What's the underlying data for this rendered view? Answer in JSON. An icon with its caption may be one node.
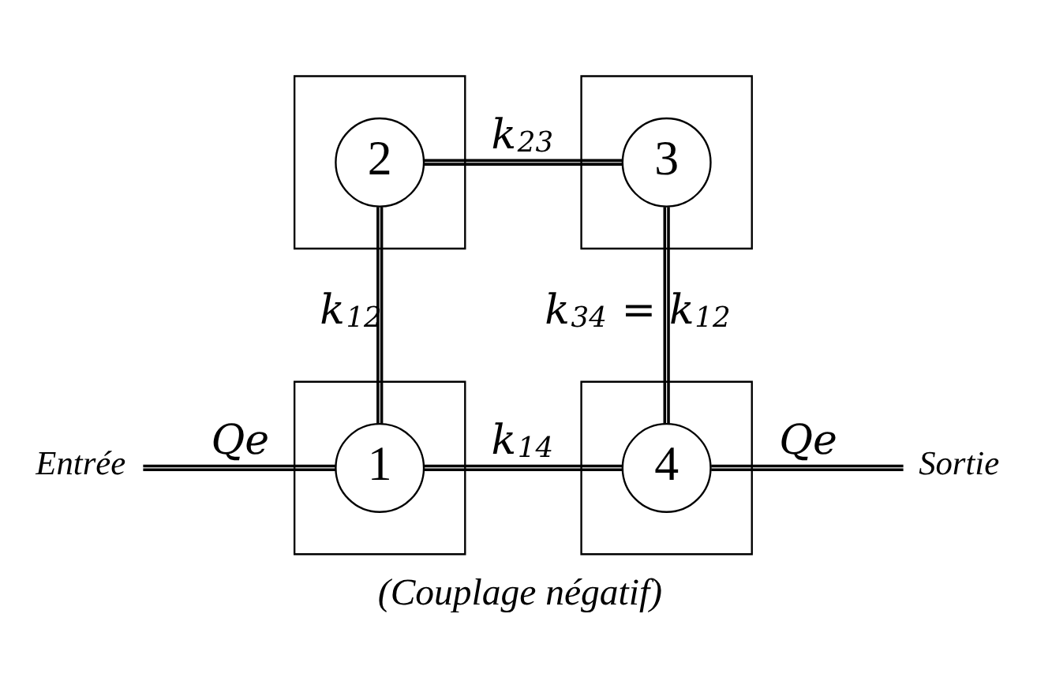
{
  "diagram": {
    "caption": "(Couplage négatif)",
    "nodes": [
      {
        "text": [],
        "shape": "box"
      },
      {
        "text": [
          "2"
        ],
        "in": 0
      },
      {
        "text": [],
        "shape": "box"
      },
      {
        "text": [
          "3"
        ],
        "in": 2
      },
      {
        "text": [
          "Entrée"
        ]
      },
      {
        "text": [],
        "shape": "box"
      },
      {
        "text": [
          "1"
        ],
        "in": 5
      },
      {
        "text": [],
        "shape": "box"
      },
      {
        "text": [
          "4"
        ],
        "in": 7
      },
      {
        "text": [
          "Sortie"
        ]
      }
    ],
    "edges": [
      {
        "from": 1,
        "to": 3,
        "arrow": "none",
        "label": "k$_{23}$"
      },
      {
        "from": 1,
        "to": 6,
        "arrow": "none",
        "label": "k$_{12}$"
      },
      {
        "from": 3,
        "to": 8,
        "arrow": "none",
        "label": "k$_{34}$ = k$_{12}$"
      },
      {
        "from": 4,
        "to": 6,
        "arrow": "none",
        "label": "Qe"
      },
      {
        "from": 6,
        "to": 8,
        "arrow": "none",
        "label": "k$_{14}$"
      },
      {
        "from": 8,
        "to": 9,
        "arrow": "none",
        "label": "Qe"
      }
    ]
  }
}
